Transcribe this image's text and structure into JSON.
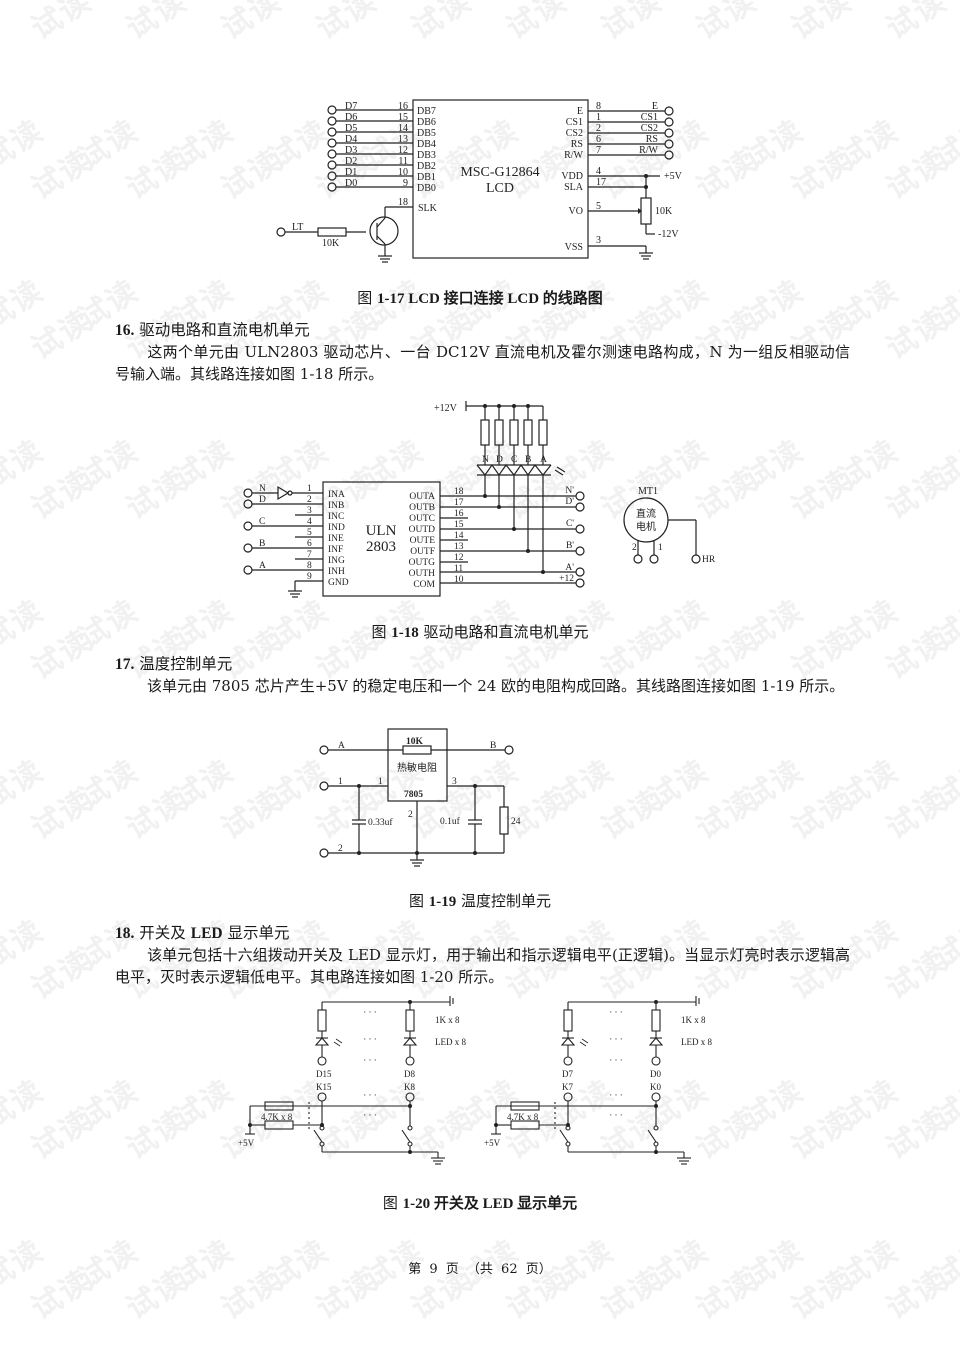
{
  "watermark": {
    "text": "试读",
    "color": "#f1f1f1"
  },
  "figures": {
    "fig17": {
      "caption_prefix": "图 ",
      "caption_number": "1-17",
      "caption_text": " LCD 接口连接 LCD 的线路图",
      "chip_name": "MSC-G12864",
      "chip_sub": "LCD",
      "left_pins": [
        {
          "signal": "D7",
          "pin": "16",
          "name": "DB7"
        },
        {
          "signal": "D6",
          "pin": "15",
          "name": "DB6"
        },
        {
          "signal": "D5",
          "pin": "14",
          "name": "DB5"
        },
        {
          "signal": "D4",
          "pin": "13",
          "name": "DB4"
        },
        {
          "signal": "D3",
          "pin": "12",
          "name": "DB3"
        },
        {
          "signal": "D2",
          "pin": "11",
          "name": "DB2"
        },
        {
          "signal": "D1",
          "pin": "10",
          "name": "DB1"
        },
        {
          "signal": "D0",
          "pin": "9",
          "name": "DB0"
        }
      ],
      "right_pins": [
        {
          "name": "E",
          "pin": "8",
          "signal": "E"
        },
        {
          "name": "CS1",
          "pin": "1",
          "signal": "CS1"
        },
        {
          "name": "CS2",
          "pin": "2",
          "signal": "CS2"
        },
        {
          "name": "RS",
          "pin": "6",
          "signal": "RS"
        },
        {
          "name": "R/W",
          "pin": "7",
          "signal": "R/W"
        }
      ],
      "power_pins": [
        {
          "name": "VDD",
          "pin": "4"
        },
        {
          "name": "SLA",
          "pin": "17"
        },
        {
          "name": "VO",
          "pin": "5"
        },
        {
          "name": "VSS",
          "pin": "3"
        }
      ],
      "slk": {
        "name": "SLK",
        "pin": "18"
      },
      "lt_label": "LT",
      "resistor_label": "10K",
      "pot_label": "10K",
      "plus5v": "+5V",
      "minus12v": "-12V"
    },
    "fig18": {
      "caption_prefix": "图 ",
      "caption_number": "1-18",
      "caption_text": "  驱动电路和直流电机单元",
      "chip_name": "ULN",
      "chip_sub": "2803",
      "supply": "+12V",
      "led_labels": [
        "N",
        "D",
        "C",
        "B",
        "A"
      ],
      "inputs": [
        {
          "pin": "1",
          "name": "INA",
          "signal": "N"
        },
        {
          "pin": "2",
          "name": "INB",
          "signal": "D"
        },
        {
          "pin": "3",
          "name": "INC",
          "signal": ""
        },
        {
          "pin": "4",
          "name": "IND",
          "signal": "C"
        },
        {
          "pin": "5",
          "name": "INE",
          "signal": ""
        },
        {
          "pin": "6",
          "name": "INF",
          "signal": "B"
        },
        {
          "pin": "7",
          "name": "ING",
          "signal": ""
        },
        {
          "pin": "8",
          "name": "INH",
          "signal": "A"
        },
        {
          "pin": "9",
          "name": "GND",
          "signal": ""
        }
      ],
      "outputs": [
        {
          "pin": "18",
          "name": "OUTA",
          "signal": "N'"
        },
        {
          "pin": "17",
          "name": "OUTB",
          "signal": "D'"
        },
        {
          "pin": "16",
          "name": "OUTC",
          "signal": ""
        },
        {
          "pin": "15",
          "name": "OUTD",
          "signal": "C'"
        },
        {
          "pin": "14",
          "name": "OUTE",
          "signal": ""
        },
        {
          "pin": "13",
          "name": "OUTF",
          "signal": "B'"
        },
        {
          "pin": "12",
          "name": "OUTG",
          "signal": ""
        },
        {
          "pin": "11",
          "name": "OUTH",
          "signal": "A'"
        },
        {
          "pin": "10",
          "name": "COM",
          "signal": "+12"
        }
      ],
      "motor": {
        "ref": "MT1",
        "label_line1": "直流",
        "label_line2": "电机",
        "pin2": "2",
        "pin1": "1",
        "hr": "HR"
      }
    },
    "fig19": {
      "caption_prefix": "图 ",
      "caption_number": "1-19",
      "caption_text": "  温度控制单元",
      "terminal_a": "A",
      "terminal_b": "B",
      "terminal_1": "1",
      "terminal_2": "2",
      "resistor": "10K",
      "thermistor": "热敏电阻",
      "chip": "7805",
      "pin1": "1",
      "pin2": "2",
      "pin3": "3",
      "cap1": "0.33uf",
      "cap2": "0.1uf",
      "load": "24"
    },
    "fig20": {
      "caption_prefix": "图 ",
      "caption_number": "1-20",
      "caption_text": "  开关及 LED 显示单元",
      "groups": [
        {
          "led_left": "D15",
          "led_right": "D8",
          "key_left": "K15",
          "key_right": "K8"
        },
        {
          "led_left": "D7",
          "led_right": "D0",
          "key_left": "K7",
          "key_right": "K0"
        }
      ],
      "res_top": "1K x 8",
      "led_label": "LED x 8",
      "pullup": "4.7K x 8",
      "vcc": "+5V",
      "dots": "· · ·"
    }
  },
  "sections": [
    {
      "number": "16.",
      "title": " 驱动电路和直流电机单元",
      "body": "这两个单元由 ULN2803 驱动芯片、一台 DC12V 直流电机及霍尔测速电路构成，N 为一组反相驱动信号输入端。其线路连接如图 1-18 所示。"
    },
    {
      "number": "17.",
      "title": " 温度控制单元",
      "body": "该单元由 7805 芯片产生+5V 的稳定电压和一个 24 欧的电阻构成回路。其线路图连接如图 1-19 所示。"
    },
    {
      "number": "18.",
      "title_pre": " 开关及 ",
      "title_bold": "LED",
      "title_post": " 显示单元",
      "body": "该单元包括十六组拨动开关及 LED 显示灯，用于输出和指示逻辑电平(正逻辑)。当显示灯亮时表示逻辑高电平，灭时表示逻辑低电平。其电路连接如图 1-20 所示。"
    }
  ],
  "footer": {
    "text": "第 9 页 （共 62 页）"
  }
}
